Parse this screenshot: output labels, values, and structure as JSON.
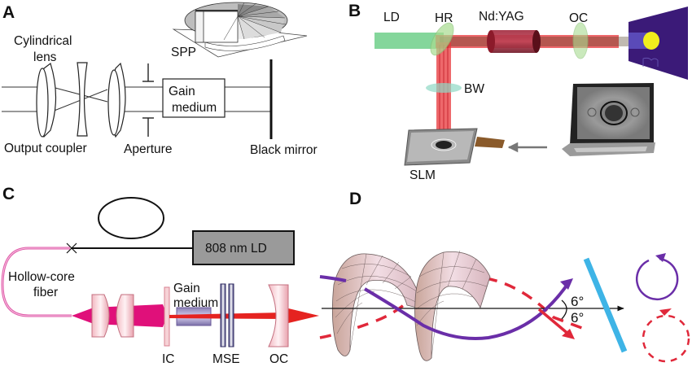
{
  "figure": {
    "panels": [
      {
        "id": "A",
        "label": "A",
        "labels": {
          "cylindrical_lens_line1": "Cylindrical",
          "cylindrical_lens_line2": "lens",
          "spp": "SPP",
          "gain_line1": "Gain",
          "gain_line2": "medium",
          "output_coupler": "Output coupler",
          "aperture": "Aperture",
          "black_mirror": "Black mirror"
        }
      },
      {
        "id": "B",
        "label": "B",
        "labels": {
          "ld": "LD",
          "hr": "HR",
          "ndyag": "Nd:YAG",
          "oc": "OC",
          "bw": "BW",
          "slm": "SLM"
        },
        "colors": {
          "pump_beam": "#6fcf8a",
          "laser_beam": "#e8353a",
          "crystal": "#8c1a2a",
          "screen": "#3b1a78",
          "spot": "#f2ee1c"
        }
      },
      {
        "id": "C",
        "label": "C",
        "labels": {
          "ld": "808 nm LD",
          "fiber_line1": "Hollow-core",
          "fiber_line2": "fiber",
          "gain_line1": "Gain",
          "gain_line2": "medium",
          "ic": "IC",
          "mse": "MSE",
          "oc": "OC"
        },
        "colors": {
          "fiber": "#e05aa8",
          "pump": "#e0107a",
          "laser": "#e52320",
          "ld_box": "#9a9a9a"
        }
      },
      {
        "id": "D",
        "label": "D",
        "labels": {
          "angle_up": "6°",
          "angle_down": "6°"
        },
        "colors": {
          "purple": "#6a2ea8",
          "red": "#e0283a",
          "mirror": "#3eb4e6"
        }
      }
    ]
  }
}
